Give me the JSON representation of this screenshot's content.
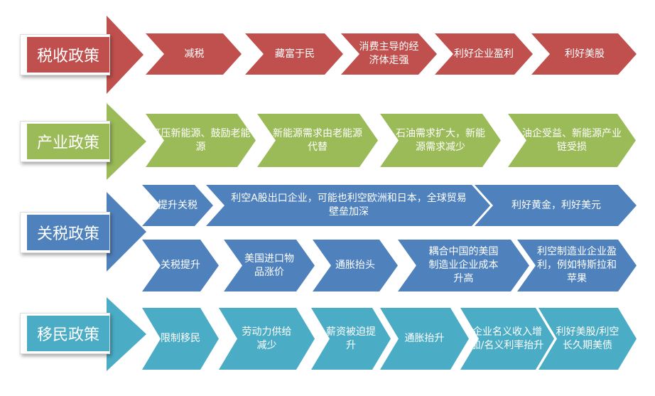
{
  "rows": [
    {
      "title": "税收政策",
      "color": "#c0504d",
      "steps": [
        "减税",
        "藏富于民",
        "消费主导的经济体走强",
        "利好企业盈利",
        "利好美股"
      ]
    },
    {
      "title": "产业政策",
      "color": "#9bbb59",
      "steps": [
        "打压新能源、鼓励老能源",
        "新能源需求由老能源代替",
        "石油需求扩大，新能源需求减少",
        "油企受益、新能源产业链受损"
      ]
    },
    {
      "title": "关税政策",
      "color": "#4f81bd",
      "steps": [
        "提升关税",
        "利空A股出口企业，可能也利空欧洲和日本，全球贸易壁垒加深",
        "利好黄金，利好美元",
        "关税提升",
        "美国进口物品涨价",
        "通胀抬头",
        "耦合中国的美国制造业企业成本升高",
        "利空制造业企业盈利，例如特斯拉和苹果"
      ]
    },
    {
      "title": "移民政策",
      "color": "#4bacc6",
      "steps": [
        "限制移民",
        "劳动力供给减少",
        "薪资被迫提升",
        "通胀抬升",
        "企业名义收入增加/名义利率抬升",
        "利好美股/利空长久期美债"
      ]
    }
  ]
}
